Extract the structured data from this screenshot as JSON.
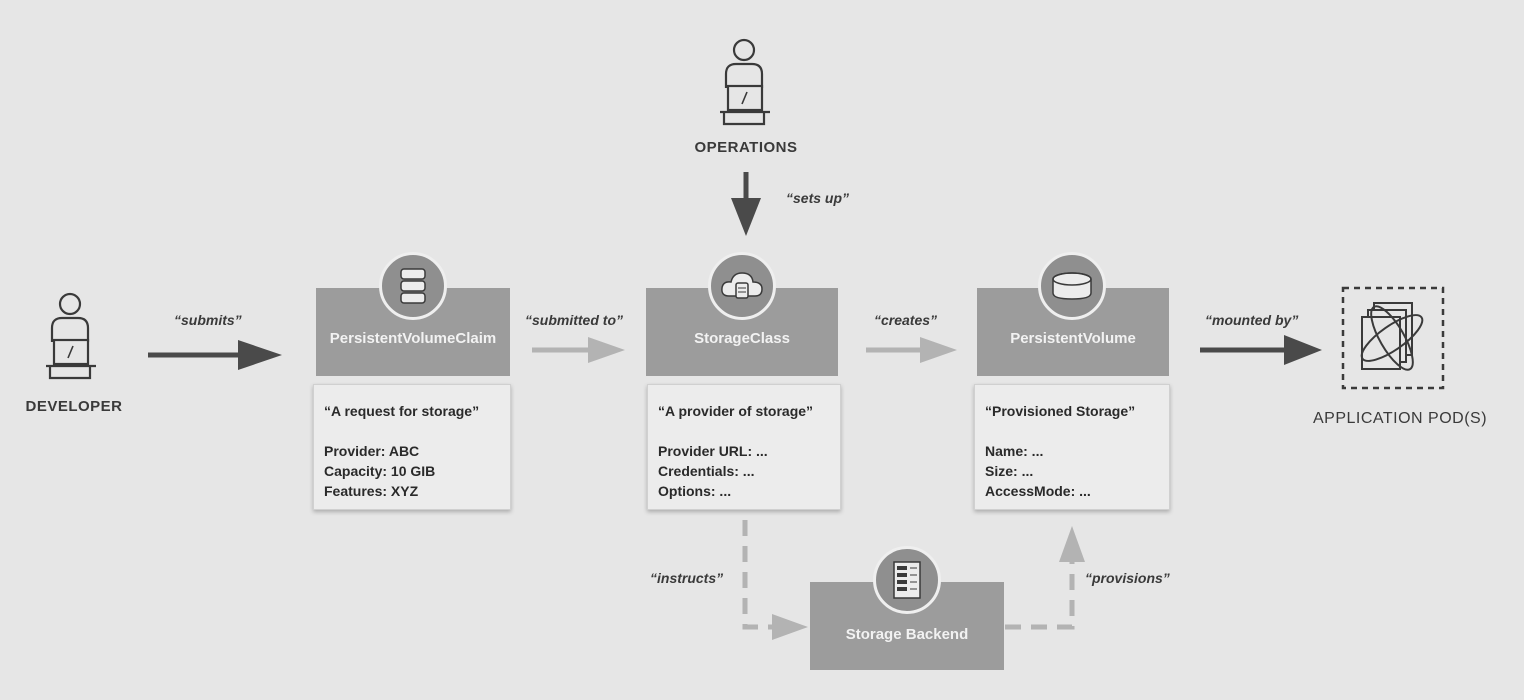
{
  "actors": {
    "developer": "DEVELOPER",
    "operations": "OPERATIONS",
    "app_pods": "APPLICATION POD(S)"
  },
  "edges": {
    "submits": "“submits”",
    "submitted_to": "“submitted to”",
    "creates": "“creates”",
    "mounted_by": "“mounted by”",
    "sets_up": "“sets up”",
    "instructs": "“instructs”",
    "provisions": "“provisions”"
  },
  "nodes": {
    "pvc": {
      "title": "PersistentVolumeClaim",
      "desc_title": "“A request for storage”",
      "lines": [
        "Provider: ABC",
        "Capacity:  10 GIB",
        "Features: XYZ"
      ]
    },
    "storage_class": {
      "title": "StorageClass",
      "desc_title": "“A provider of storage”",
      "lines": [
        "Provider URL: ...",
        "Credentials: ...",
        "Options: ..."
      ]
    },
    "pv": {
      "title": "PersistentVolume",
      "desc_title": "“Provisioned Storage”",
      "lines": [
        "Name: ...",
        "Size: ...",
        "AccessMode: ..."
      ]
    },
    "backend": {
      "title": "Storage Backend"
    }
  },
  "colors": {
    "background": "#e6e6e6",
    "header": "#9c9c9c",
    "dark_arrow": "#4a4a4a",
    "light_arrow": "#b0b0b0"
  }
}
